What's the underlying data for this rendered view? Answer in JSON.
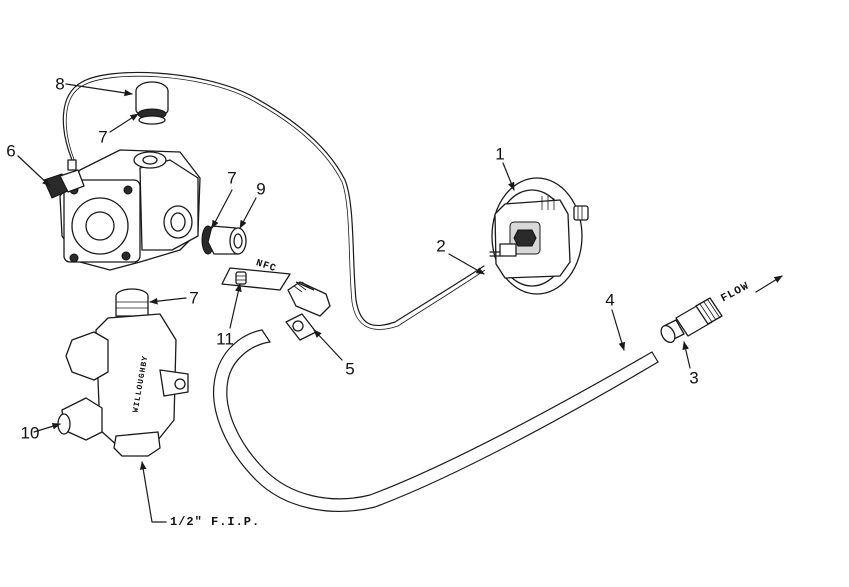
{
  "labels": {
    "c1": "1",
    "c2": "2",
    "c3": "3",
    "c4": "4",
    "c5": "5",
    "c6": "6",
    "c7a": "7",
    "c7b": "7",
    "c7c": "7",
    "c8": "8",
    "c9": "9",
    "c10": "10",
    "c11": "11"
  },
  "annotations": {
    "fip": "1/2\" F.I.P.",
    "flow": "FLOW",
    "nfc": "NFC",
    "brand": "WILLOUGHBY"
  }
}
